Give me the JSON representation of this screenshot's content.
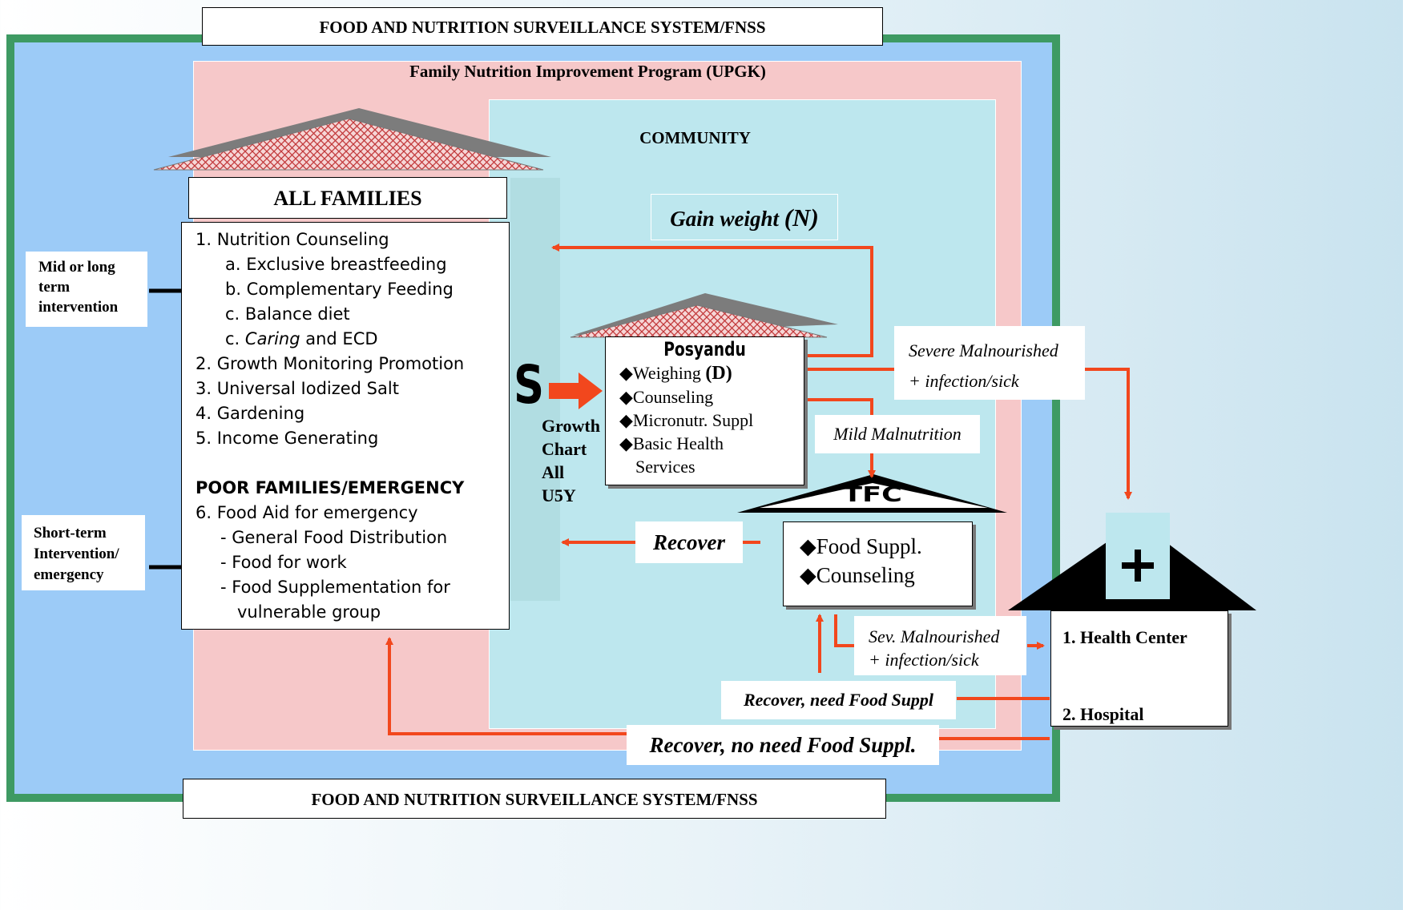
{
  "fnss_top": "FOOD AND NUTRITION SURVEILLANCE SYSTEM/FNSS",
  "fnss_bottom": "FOOD AND NUTRITION SURVEILLANCE SYSTEM/FNSS",
  "upgk_title": "Family Nutrition Improvement Program (UPGK)",
  "community_title": "COMMUNITY",
  "families": {
    "title": "ALL FAMILIES",
    "items": [
      "1.  Nutrition Counseling",
      "a. Exclusive breastfeeding",
      "b. Complementary Feeding",
      "c. Balance diet",
      "Caring",
      " and ECD",
      "2.  Growth Monitoring Promotion",
      "3.  Universal Iodized Salt",
      "4.  Gardening",
      "5.  Income Generating"
    ],
    "poor_title": "POOR FAMILIES/EMERGENCY",
    "poor_items": [
      "6. Food Aid for emergency",
      "-  General Food Distribution",
      "-  Food for work",
      "-  Food Supplementation for",
      "vulnerable group"
    ],
    "sub_c": "c."
  },
  "mid_long": [
    "Mid or long",
    "term",
    "intervention"
  ],
  "short_term": [
    "Short-term",
    "Intervention/",
    "emergency"
  ],
  "growth_chart": {
    "letter": "S",
    "lines": [
      "Growth",
      "Chart",
      "All",
      "U5Y"
    ]
  },
  "posyandu": {
    "title": "Posyandu",
    "items": [
      "Weighing ",
      "(D)",
      "Counseling",
      "Micronutr. Suppl",
      "Basic Health",
      "Services"
    ],
    "bullet": "◆"
  },
  "gain_weight": {
    "text": "Gain weight ",
    "n": "(N)"
  },
  "severe_malnourished": [
    "Severe Malnourished",
    "+ infection/sick"
  ],
  "mild_malnutrition": "Mild Malnutrition",
  "tfc": {
    "title": "TFC",
    "items": [
      "Food Suppl.",
      "Counseling"
    ]
  },
  "recover": "Recover",
  "sev_malnourished": [
    "Sev. Malnourished",
    "+ infection/sick"
  ],
  "recover_need": "Recover, need Food Suppl",
  "recover_no_need": "Recover, no need Food Suppl.",
  "health": {
    "cross": "+",
    "item1": "1. Health Center",
    "item2": "2. Hospital"
  },
  "colors": {
    "flow_arrow": "#f2471d",
    "black_arrow": "#000000",
    "fnss_border": "#3e9a63",
    "fnss_fill": "#9ccbf7",
    "upgk_fill": "#f6c8c9",
    "community_fill": "#bde7ee"
  }
}
